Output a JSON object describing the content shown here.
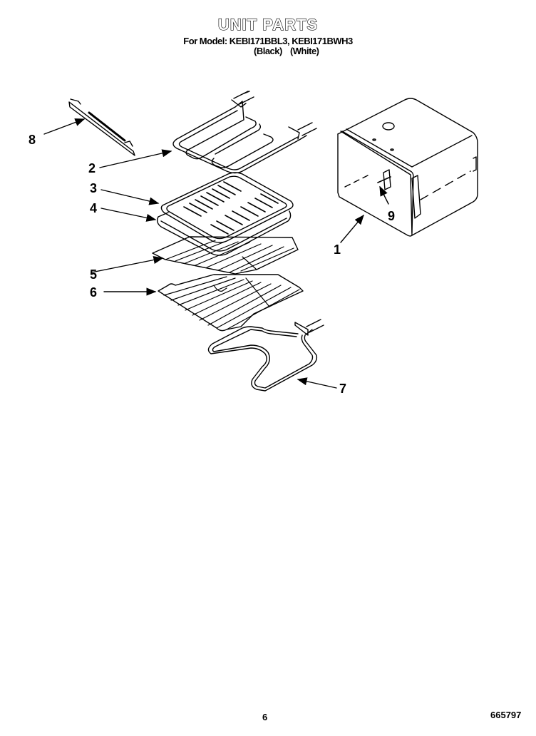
{
  "header": {
    "title": "UNIT PARTS",
    "model_line": "For Model: KEBI171BBL3, KEBI171BWH3",
    "color_line": "(Black)   (White)"
  },
  "callouts": [
    {
      "number": "1",
      "part": "oven-cavity"
    },
    {
      "number": "2",
      "part": "broil-element"
    },
    {
      "number": "3",
      "part": "broiler-pan-insert"
    },
    {
      "number": "4",
      "part": "broiler-pan"
    },
    {
      "number": "5",
      "part": "oven-rack-upper"
    },
    {
      "number": "6",
      "part": "oven-rack-lower"
    },
    {
      "number": "7",
      "part": "bake-element"
    },
    {
      "number": "8",
      "part": "vent-bracket"
    },
    {
      "number": "9",
      "part": "sensor"
    }
  ],
  "footer": {
    "page_number": "6",
    "doc_number": "665797"
  }
}
